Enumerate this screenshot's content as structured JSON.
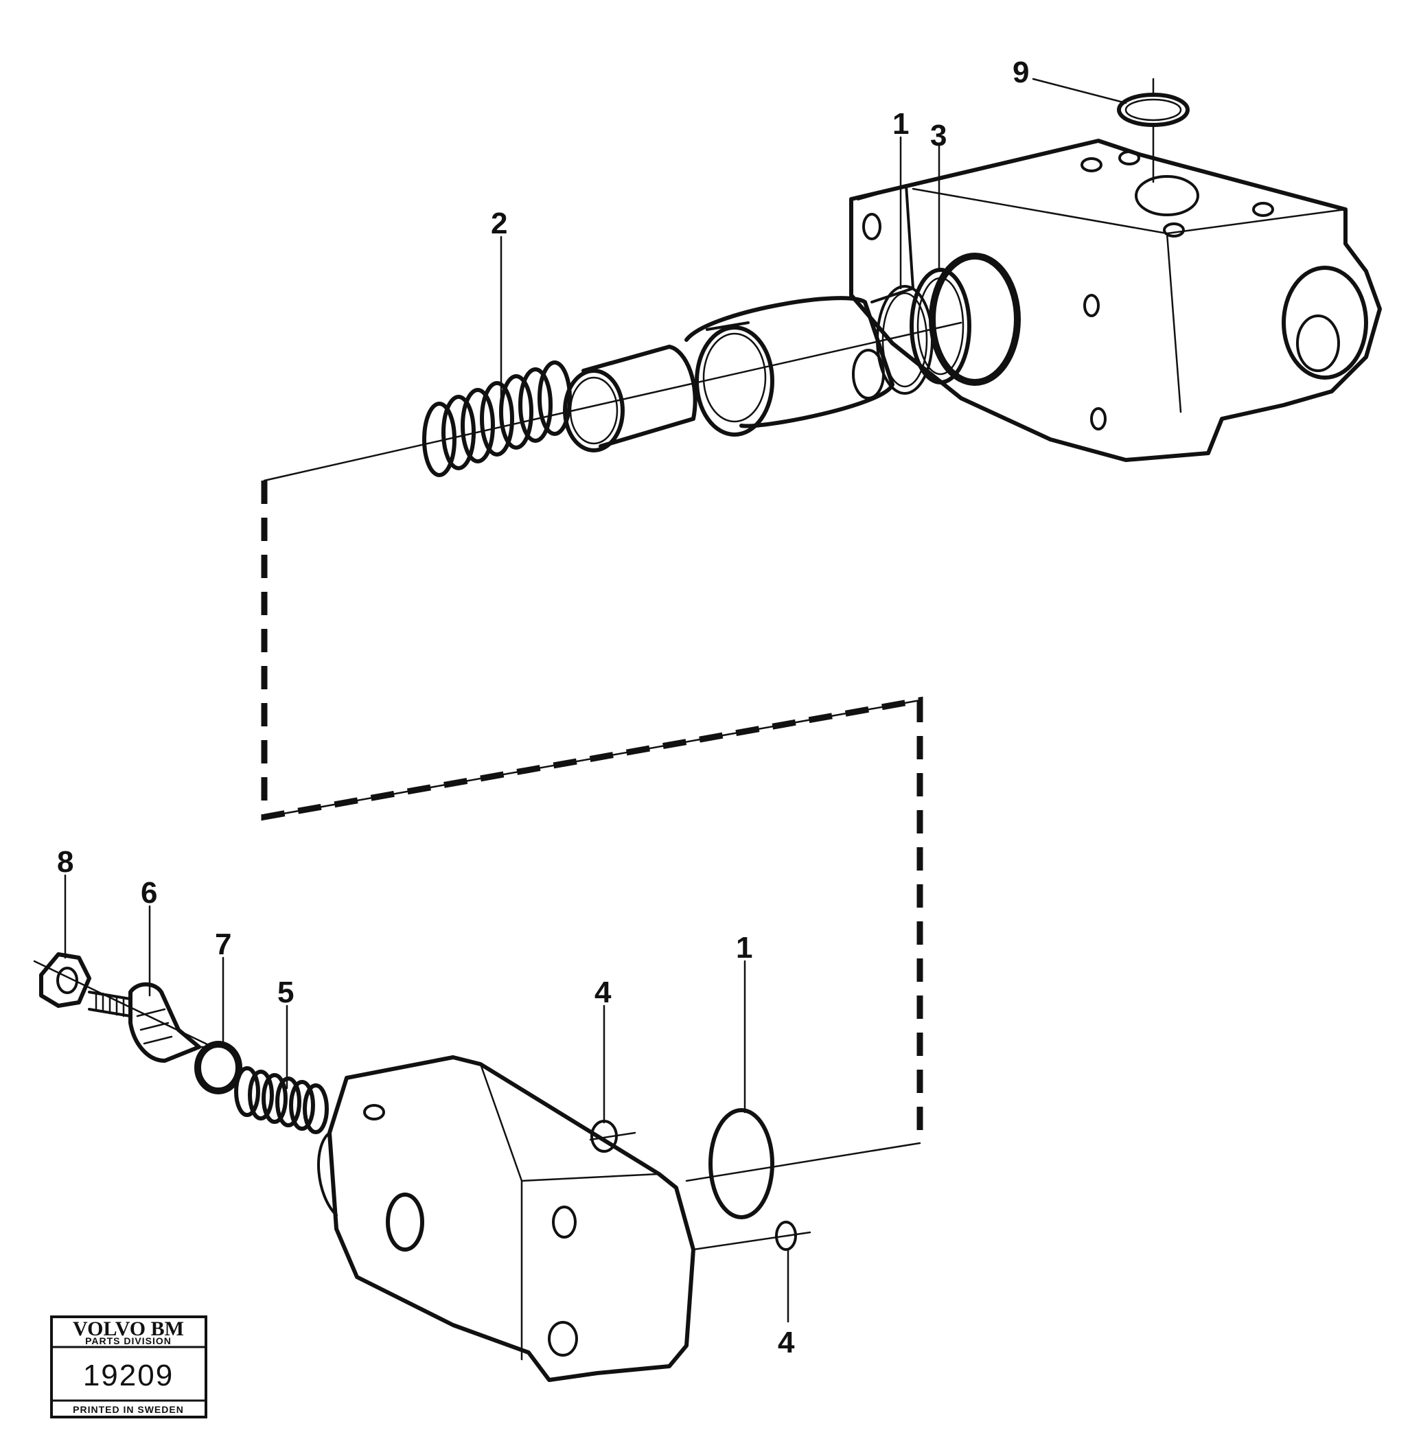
{
  "callouts": [
    {
      "label": "9"
    },
    {
      "label": "1"
    },
    {
      "label": "3"
    },
    {
      "label": "2"
    },
    {
      "label": "8"
    },
    {
      "label": "6"
    },
    {
      "label": "7"
    },
    {
      "label": "5"
    },
    {
      "label": "4"
    },
    {
      "label": "1"
    },
    {
      "label": "4"
    }
  ],
  "stamp": {
    "brand": "VOLVO BM",
    "division": "PARTS DIVISION",
    "number": "19209",
    "printed": "PRINTED IN SWEDEN"
  }
}
